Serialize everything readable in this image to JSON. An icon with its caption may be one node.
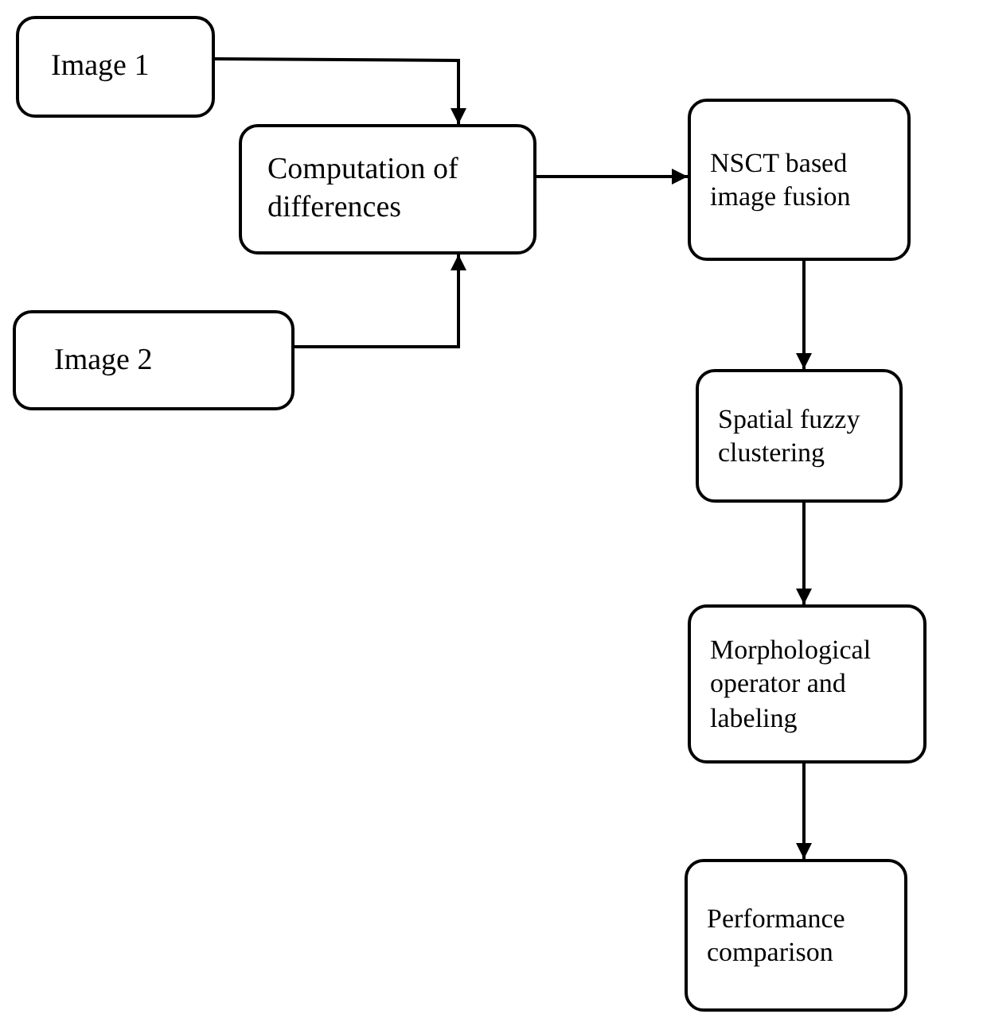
{
  "diagram": {
    "nodes": [
      {
        "text": [
          "Image 1"
        ]
      },
      {
        "text": [
          "Computation of differences"
        ]
      },
      {
        "text": [
          "Image 2"
        ]
      },
      {
        "text": [
          "NSCT based image fusion"
        ]
      },
      {
        "text": [
          "Spatial fuzzy clustering"
        ]
      },
      {
        "text": [
          "Morphological operator and labeling"
        ]
      },
      {
        "text": [
          "Performance comparison"
        ]
      }
    ],
    "edges": [
      {
        "from": 0,
        "to": 1,
        "arrow": "to"
      },
      {
        "from": 2,
        "to": 1,
        "arrow": "to"
      },
      {
        "from": 1,
        "to": 3,
        "arrow": "to"
      },
      {
        "from": 3,
        "to": 4,
        "arrow": "to"
      },
      {
        "from": 4,
        "to": 5,
        "arrow": "to"
      },
      {
        "from": 5,
        "to": 6,
        "arrow": "to"
      }
    ]
  }
}
